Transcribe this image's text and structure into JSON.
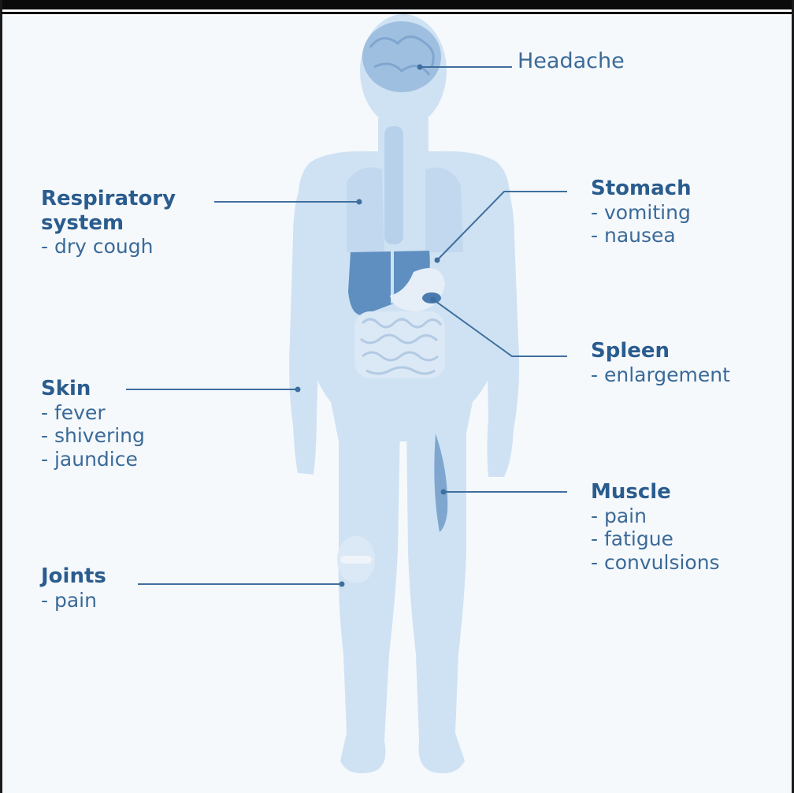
{
  "labels": {
    "headache": {
      "title": "Headache"
    },
    "respiratory": {
      "title_line1": "Respiratory",
      "title_line2": "system",
      "items": [
        "- dry cough"
      ]
    },
    "stomach": {
      "title": "Stomach",
      "items": [
        "- vomiting",
        "- nausea"
      ]
    },
    "spleen": {
      "title": "Spleen",
      "items": [
        "- enlargement"
      ]
    },
    "skin": {
      "title": "Skin",
      "items": [
        "- fever",
        "- shivering",
        "- jaundice"
      ]
    },
    "muscle": {
      "title": "Muscle",
      "items": [
        "- pain",
        "- fatigue",
        "- convulsions"
      ]
    },
    "joints": {
      "title": "Joints",
      "items": [
        "- pain"
      ]
    }
  },
  "colors": {
    "body_fill": "#cfe2f3",
    "organ_dark": "#5f8fc0",
    "text": "#2f6394",
    "leader_line": "#3f6f9e"
  }
}
